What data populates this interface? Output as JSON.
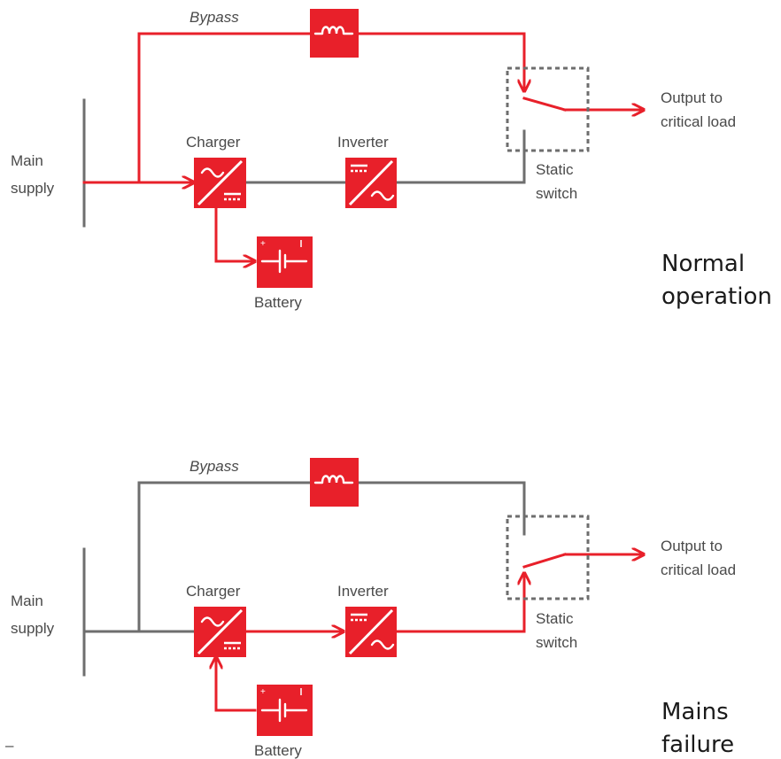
{
  "colors": {
    "accent": "#e8202a",
    "inactive": "#6e6e6e",
    "text": "#4a4a4a"
  },
  "labels": {
    "bypass": "Bypass",
    "charger": "Charger",
    "inverter": "Inverter",
    "battery": "Battery",
    "main_supply_1": "Main",
    "main_supply_2": "supply",
    "output_1": "Output to",
    "output_2": "critical load",
    "static_switch_1": "Static",
    "static_switch_2": "switch"
  },
  "panels": [
    {
      "caption_1": "Normal",
      "caption_2": "operation"
    },
    {
      "caption_1": "Mains",
      "caption_2": "failure"
    }
  ],
  "footer_mark": "–"
}
